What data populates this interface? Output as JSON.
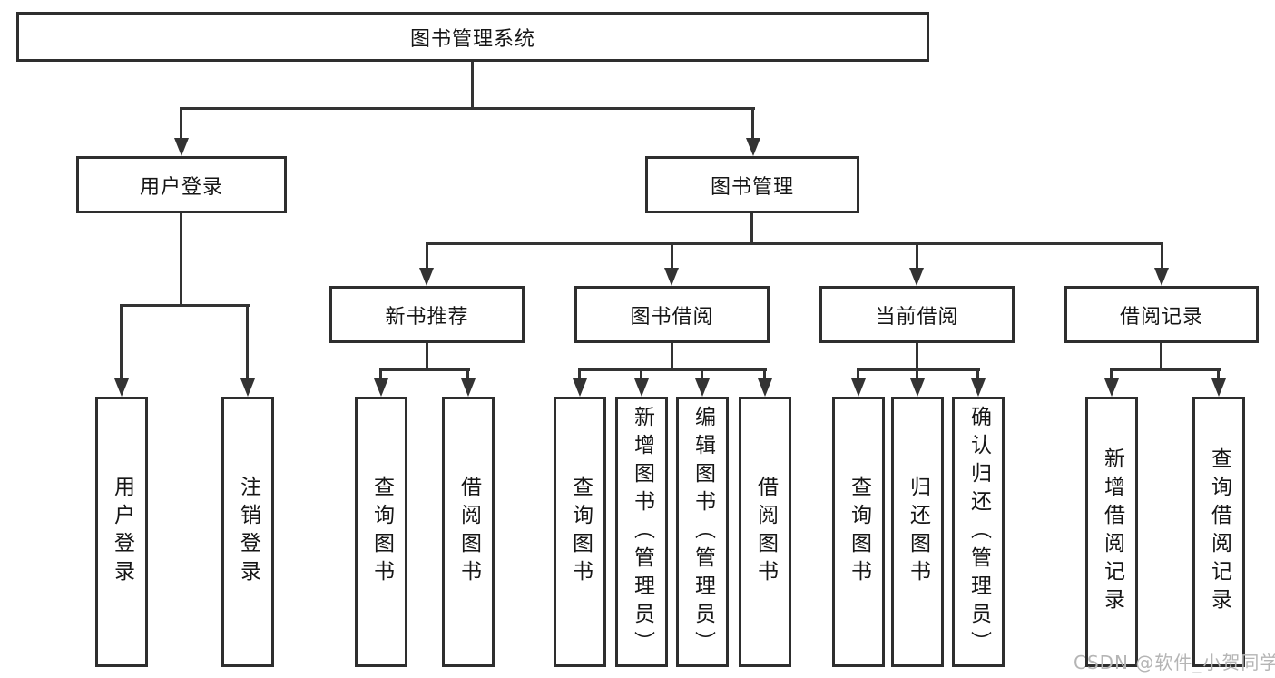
{
  "diagram": {
    "title": "图书管理系统",
    "level2": {
      "user_login": "用户登录",
      "book_management": "图书管理"
    },
    "level3": {
      "new_book_recommend": "新书推荐",
      "book_borrow": "图书借阅",
      "current_borrow": "当前借阅",
      "borrow_record": "借阅记录"
    },
    "leaves": {
      "user_login": "用户登录",
      "logout": "注销登录",
      "recommend_query_book": "查询图书",
      "recommend_borrow_book": "借阅图书",
      "borrow_query_book": "查询图书",
      "borrow_add_book": "新增图书（管理员）",
      "borrow_edit_book": "编辑图书（管理员）",
      "borrow_borrow_book": "借阅图书",
      "current_query_book": "查询图书",
      "current_return_book": "归还图书",
      "current_confirm_return": "确认归还（管理员）",
      "record_add": "新增借阅记录",
      "record_query": "查询借阅记录"
    }
  },
  "watermark": "CSDN @软件_小贺同学",
  "colors": {
    "line": "#333333",
    "border": "#2e2e2e",
    "text": "#161616",
    "watermark": "#b5b5b5",
    "background": "#ffffff"
  }
}
